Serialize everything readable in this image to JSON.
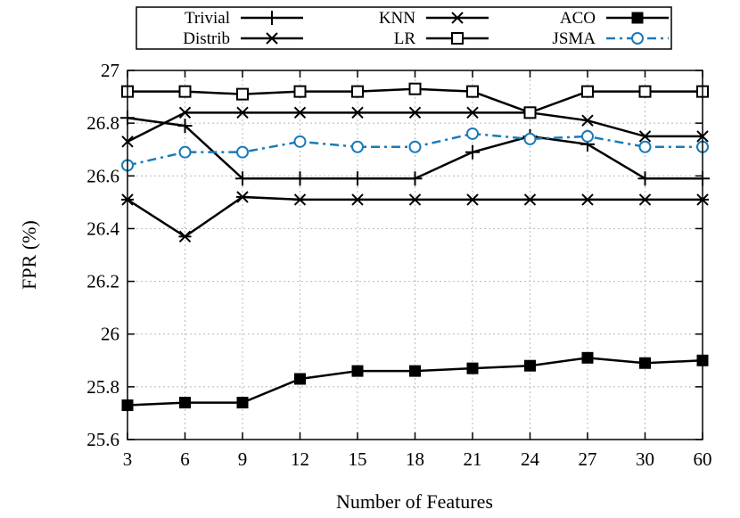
{
  "chart_data": {
    "type": "line",
    "title": "",
    "xlabel": "Number of Features",
    "ylabel": "FPR (%)",
    "categories": [
      "3",
      "6",
      "9",
      "12",
      "15",
      "18",
      "21",
      "24",
      "27",
      "30",
      "60"
    ],
    "ylim": [
      25.6,
      27.0
    ],
    "yticks": [
      "25.6",
      "25.8",
      "26",
      "26.2",
      "26.4",
      "26.6",
      "26.8",
      "27"
    ],
    "grid": true,
    "legend_position": "top",
    "series": [
      {
        "name": "Trivial",
        "marker": "plus",
        "color": "#000000",
        "dash": false,
        "values": [
          26.82,
          26.79,
          26.59,
          26.59,
          26.59,
          26.59,
          26.69,
          26.75,
          26.72,
          26.59,
          26.59
        ]
      },
      {
        "name": "Distrib",
        "marker": "cross",
        "color": "#000000",
        "dash": false,
        "values": [
          26.73,
          26.84,
          26.84,
          26.84,
          26.84,
          26.84,
          26.84,
          26.84,
          26.81,
          26.75,
          26.75
        ]
      },
      {
        "name": "KNN",
        "marker": "star",
        "color": "#000000",
        "dash": false,
        "values": [
          26.51,
          26.37,
          26.52,
          26.51,
          26.51,
          26.51,
          26.51,
          26.51,
          26.51,
          26.51,
          26.51
        ]
      },
      {
        "name": "LR",
        "marker": "open-square",
        "color": "#000000",
        "dash": false,
        "values": [
          26.92,
          26.92,
          26.91,
          26.92,
          26.92,
          26.93,
          26.92,
          26.84,
          26.92,
          26.92,
          26.92
        ]
      },
      {
        "name": "ACO",
        "marker": "filled-square",
        "color": "#000000",
        "dash": false,
        "values": [
          25.73,
          25.74,
          25.74,
          25.83,
          25.86,
          25.86,
          25.87,
          25.88,
          25.91,
          25.89,
          25.9
        ]
      },
      {
        "name": "JSMA",
        "marker": "open-circle",
        "color": "#1a7ab8",
        "dash": true,
        "values": [
          26.64,
          26.69,
          26.69,
          26.73,
          26.71,
          26.71,
          26.76,
          26.74,
          26.75,
          26.71,
          26.71
        ]
      }
    ]
  }
}
